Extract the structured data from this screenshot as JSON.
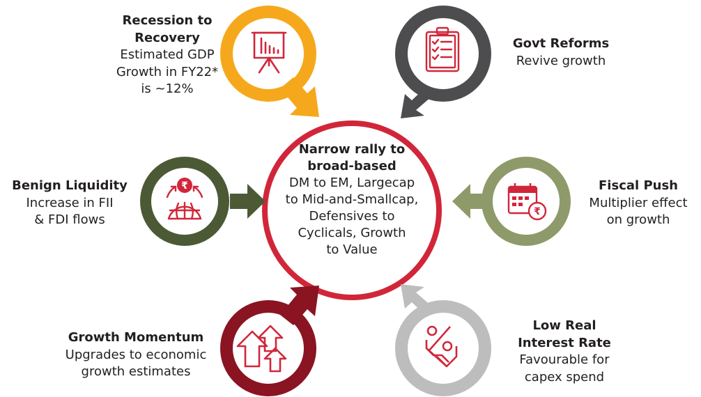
{
  "center": {
    "title_line1": "Narrow rally to",
    "title_line2": "broad-based",
    "lines": [
      "DM to EM, Largecap",
      "to Mid-and-Smallcap,",
      "Defensives to",
      "Cyclicals, Growth",
      "to Value"
    ]
  },
  "nodes": {
    "recession": {
      "title_line1": "Recession to",
      "title_line2": "Recovery",
      "lines": [
        "Estimated GDP",
        "Growth in FY22*",
        "is ~12%"
      ],
      "color": "#f6a81c",
      "icon": "presentation-chart-icon"
    },
    "reforms": {
      "title": "Govt Reforms",
      "lines": [
        "Revive growth"
      ],
      "color": "#4d4d4f",
      "icon": "clipboard-checklist-icon"
    },
    "liquidity": {
      "title": "Benign Liquidity",
      "lines": [
        "Increase in FII",
        "& FDI flows"
      ],
      "color": "#4b5a35",
      "icon": "global-rupee-flow-icon"
    },
    "fiscal": {
      "title": "Fiscal Push",
      "lines": [
        "Multiplier effect",
        "on growth"
      ],
      "color": "#8f9a6a",
      "icon": "calendar-rupee-icon"
    },
    "momentum": {
      "title": "Growth Momentum",
      "lines": [
        "Upgrades to economic",
        "growth estimates"
      ],
      "color": "#8a1422",
      "icon": "up-arrows-icon"
    },
    "interest": {
      "title_line1": "Low Real",
      "title_line2": "Interest Rate",
      "lines": [
        "Favourable for",
        "capex spend"
      ],
      "color": "#bdbdbd",
      "icon": "percent-down-icon"
    }
  },
  "accent_color": "#d1263a",
  "center_ring_color": "#d1263a"
}
